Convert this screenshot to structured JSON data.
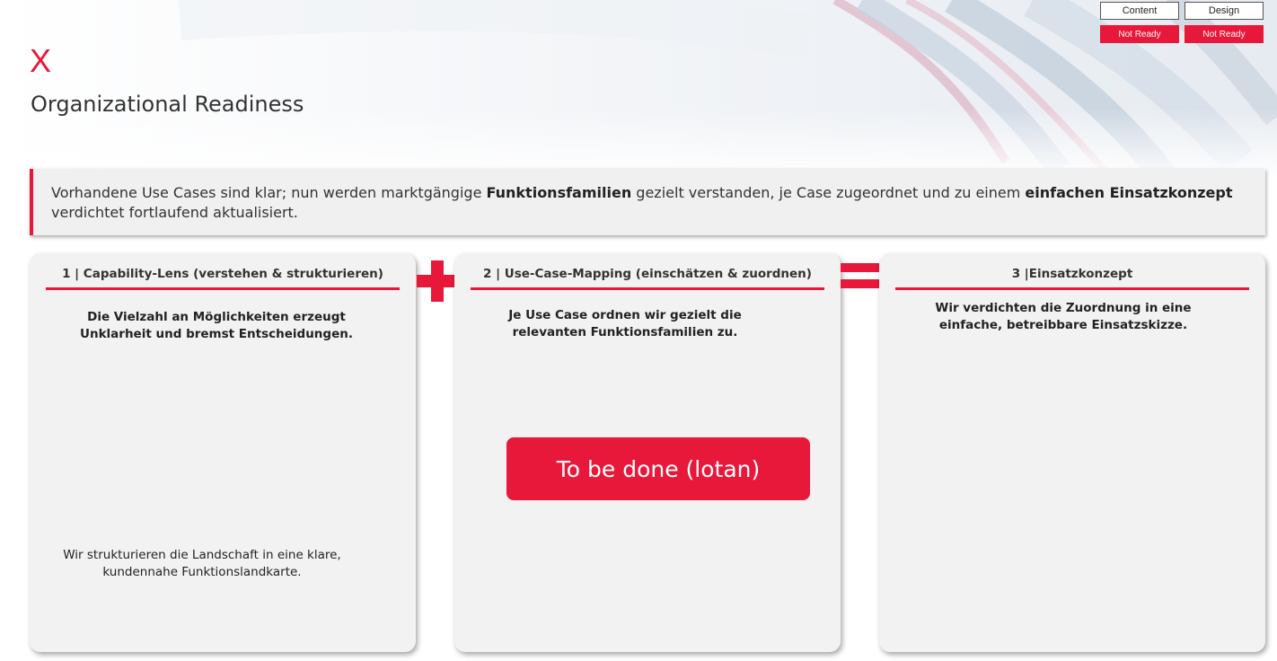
{
  "status": {
    "headers": [
      "Content",
      "Design"
    ],
    "values": [
      "Not Ready",
      "Not Ready"
    ],
    "value_color": "#e8183a"
  },
  "logo": {
    "text": "X",
    "color": "#e8183a"
  },
  "page": {
    "title": "Organizational Readiness"
  },
  "summary": {
    "parts": [
      "Vorhandene Use Cases sind klar; nun werden marktgängige ",
      "Funktionsfamilien",
      " gezielt verstanden, je Case zugeordnet und zu einem ",
      "einfachen Einsatzkonzept",
      " verdichtet fortlaufend aktualisiert."
    ]
  },
  "cards": [
    {
      "header": "1 | Capability-Lens (verstehen & strukturieren)",
      "lead": "Die Vielzahl an Möglichkeiten erzeugt Unklarheit und bremst Entscheidungen.",
      "body": "Wir strukturieren die Landschaft in eine klare, kundennahe Funktionslandkarte."
    },
    {
      "header": "2 | Use-Case-Mapping (einschätzen & zuordnen)",
      "lead": "Je Use Case ordnen wir gezielt die relevanten Funktionsfamilien zu."
    },
    {
      "header_num": "3 | ",
      "header_title": "Einsatzkonzept",
      "lead": "Wir verdichten die Zuordnung in eine einfache, betreibbare Einsatzskizze."
    }
  ],
  "todo_button": {
    "label": "To be done (lotan)"
  },
  "colors": {
    "accent": "#e8183a",
    "card_bg": "#f2f2f2"
  },
  "icons": {
    "plus": "plus-icon",
    "equals": "equals-icon"
  }
}
